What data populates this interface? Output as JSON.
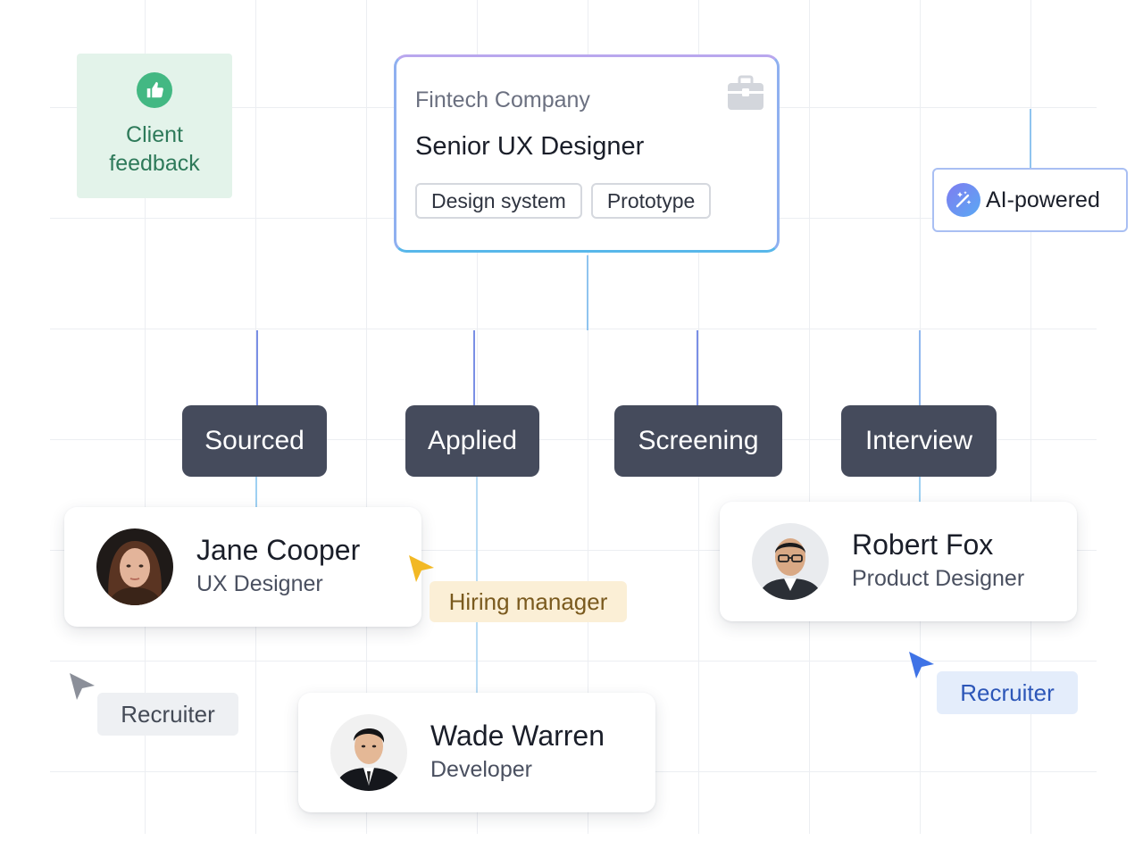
{
  "client_feedback": {
    "label": "Client feedback",
    "icon": "thumbs-up-icon"
  },
  "job": {
    "company": "Fintech Company",
    "title": "Senior UX Designer",
    "tags": [
      "Design system",
      "Prototype"
    ],
    "icon": "briefcase-icon"
  },
  "ai_badge": {
    "label": "AI-powered",
    "icon": "magic-wand-icon"
  },
  "stages": [
    "Sourced",
    "Applied",
    "Screening",
    "Interview"
  ],
  "people": [
    {
      "name": "Jane Cooper",
      "role": "UX Designer"
    },
    {
      "name": "Robert Fox",
      "role": "Product Designer"
    },
    {
      "name": "Wade Warren",
      "role": "Developer"
    }
  ],
  "pills": {
    "hiring_manager": "Hiring manager",
    "recruiter_gray": "Recruiter",
    "recruiter_blue": "Recruiter"
  },
  "colors": {
    "stage_bg": "#454b5c",
    "feedback_bg": "#e3f3ea",
    "feedback_accent": "#43b883",
    "hiring_manager_bg": "#fbefd6",
    "recruiter_gray_bg": "#eef0f3",
    "recruiter_blue_bg": "#e4edfb",
    "cursor_yellow": "#f2b824",
    "cursor_blue": "#3f73e6",
    "cursor_gray": "#8b8f99"
  }
}
